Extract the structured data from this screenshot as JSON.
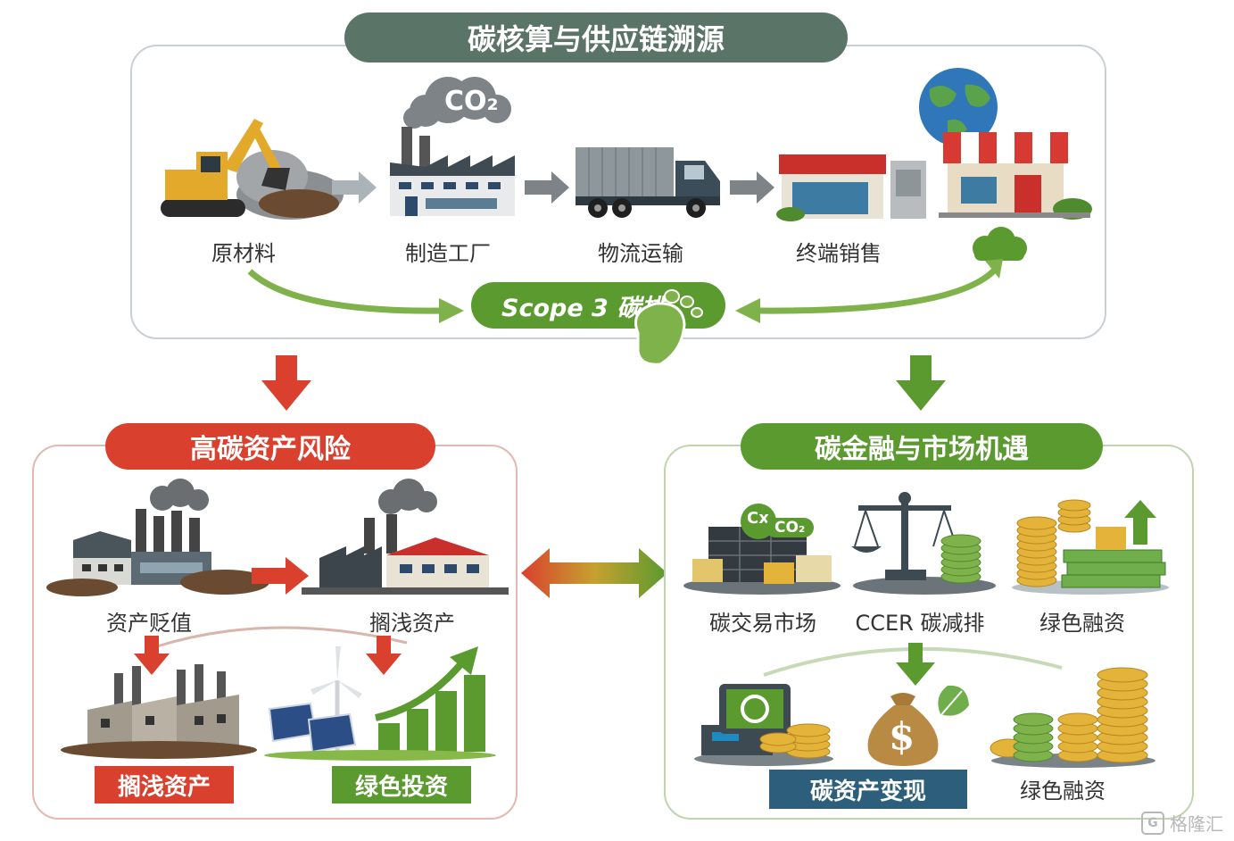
{
  "top": {
    "title": "碳核算与供应链溯源",
    "steps": [
      "原材料",
      "制造工厂",
      "物流运输",
      "终端销售"
    ],
    "co2_label": "CO₂",
    "scope_label": "Scope 3 碳排"
  },
  "left": {
    "title": "高碳资产风险",
    "labels": [
      "资产贬值",
      "搁浅资产"
    ],
    "tags": [
      "搁浅资产",
      "绿色投资"
    ]
  },
  "right": {
    "title": "碳金融与市场机遇",
    "labels": [
      "碳交易市场",
      "CCER 碳减排",
      "绿色融资"
    ],
    "cx_label": "Cx",
    "co2_label": "CO₂",
    "dollar_label": "$",
    "tag": "碳资产变现",
    "bottom_label": "绿色融资"
  },
  "watermark": {
    "icon": "G",
    "text": "格隆汇"
  },
  "colors": {
    "top_pill": "#5b7468",
    "red": "#d9402e",
    "green": "#5a9a2f",
    "blue": "#2d5f7d",
    "light_green": "#7fb24a"
  }
}
